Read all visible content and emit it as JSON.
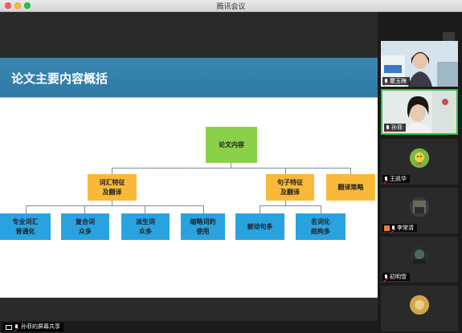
{
  "window": {
    "title": "腾讯会议"
  },
  "slide": {
    "title": "论文主要内容概括",
    "root": "论文内容",
    "level1": [
      {
        "line1": "词汇特征",
        "line2": "及翻译"
      },
      {
        "line1": "句子特征",
        "line2": "及翻译"
      },
      {
        "line1": "翻译策略",
        "line2": ""
      }
    ],
    "level2": [
      {
        "line1": "专业词汇",
        "line2": "普通化"
      },
      {
        "line1": "复合词",
        "line2": "众多"
      },
      {
        "line1": "派生词",
        "line2": "众多"
      },
      {
        "line1": "缩略词的",
        "line2": "使用"
      },
      {
        "line1": "被动句多",
        "line2": ""
      },
      {
        "line1": "名词化",
        "line2": "结构多"
      }
    ]
  },
  "participants": [
    {
      "name": "瞿玉梅",
      "type": "video"
    },
    {
      "name": "孙菲",
      "type": "video",
      "active": true
    },
    {
      "name": "王凯华",
      "type": "avatar"
    },
    {
      "name": "李常清",
      "type": "avatar"
    },
    {
      "name": "初明雪",
      "type": "avatar"
    },
    {
      "name": "",
      "type": "avatar"
    }
  ],
  "share": {
    "label": "孙菲的屏幕共享"
  },
  "colors": {
    "header": "#2f7aa5",
    "root_box": "#8bd04a",
    "level1_box": "#f8b93a",
    "level2_box": "#29a2e0",
    "active_border": "#35c04a"
  }
}
